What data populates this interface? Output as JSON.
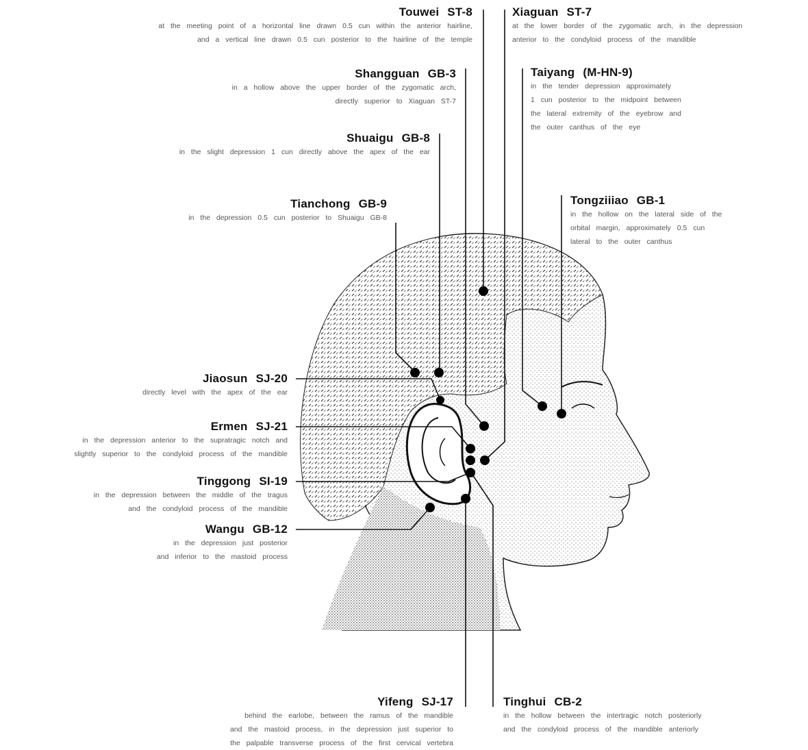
{
  "points": [
    {
      "id": "touwei",
      "name": "Touwei",
      "code": "ST-8",
      "desc": [
        "at the meeting point of a horizontal line drawn 0.5 cun within the anterior hairline,",
        "and a vertical line drawn 0.5 cun posterior to the hairline of the temple"
      ]
    },
    {
      "id": "xiaguan",
      "name": "Xiaguan",
      "code": "ST-7",
      "desc": [
        "at the lower border of the zygomatic arch, in the depression",
        "anterior to the condyloid process of the mandible"
      ]
    },
    {
      "id": "shangguan",
      "name": "Shangguan",
      "code": "GB-3",
      "desc": [
        "in a hollow above the upper border of the zygomatic arch,",
        "directly superior to Xiaguan ST-7"
      ]
    },
    {
      "id": "taiyang",
      "name": "Taiyang",
      "code": "(M-HN-9)",
      "desc": [
        "in the tender depression approximately",
        "1 cun posterior to the midpoint between",
        "the lateral extremity of the eyebrow and",
        "the outer canthus of the eye"
      ]
    },
    {
      "id": "shuaigu",
      "name": "Shuaigu",
      "code": "GB-8",
      "desc": [
        "in the slight depression 1 cun directly above the apex of the ear"
      ]
    },
    {
      "id": "tianchong",
      "name": "Tianchong",
      "code": "GB-9",
      "desc": [
        "in the depression 0.5 cun posterior to Shuaigu GB-8"
      ]
    },
    {
      "id": "tongziliao",
      "name": "Tongziiiao",
      "code": "GB-1",
      "desc": [
        "in the hollow on the lateral side of the",
        "orbital margin, approximately 0.5 cun",
        "lateral to the outer canthus"
      ]
    },
    {
      "id": "jiaosun",
      "name": "Jiaosun",
      "code": "SJ-20",
      "desc": [
        "directly level with the apex of the ear"
      ]
    },
    {
      "id": "ermen",
      "name": "Ermen",
      "code": "SJ-21",
      "desc": [
        "in the depression anterior to the supratragic notch and",
        "slightly superior to the condyloid process of the mandible"
      ]
    },
    {
      "id": "tinggong",
      "name": "Tinggong",
      "code": "SI-19",
      "desc": [
        "in the depression between the middle of the tragus",
        "and the condyloid process of the mandible"
      ]
    },
    {
      "id": "wangu",
      "name": "Wangu",
      "code": "GB-12",
      "desc": [
        "in the depression just posterior",
        "and inferior to the mastoid process"
      ]
    },
    {
      "id": "yifeng",
      "name": "Yifeng",
      "code": "SJ-17",
      "desc": [
        "behind the earlobe, between the ramus of the mandible",
        "and the mastoid process, in the depression just superior to",
        "the palpable transverse process of the first cervical vertebra"
      ]
    },
    {
      "id": "tinghui",
      "name": "Tinghui",
      "code": "CB-2",
      "desc": [
        "in the hollow between the intertragic notch posteriorly",
        "and the condyloid process of the mandible anteriorly"
      ]
    }
  ]
}
